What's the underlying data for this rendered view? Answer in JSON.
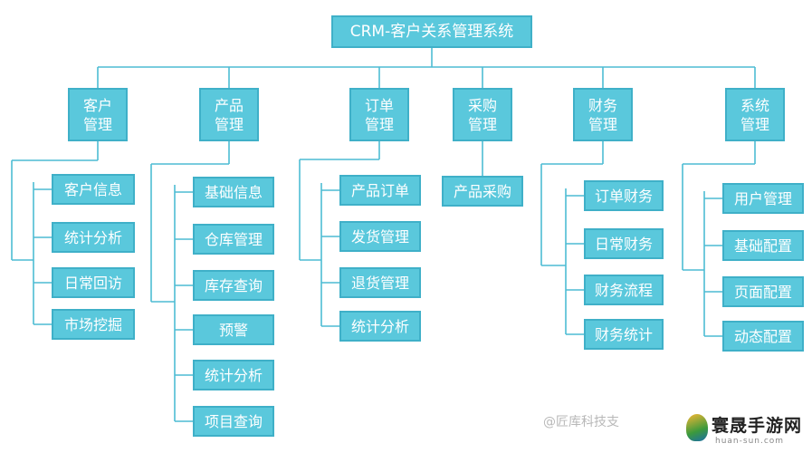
{
  "root": "CRM-客户关系管理系统",
  "modules": [
    {
      "title": "客户\n管理",
      "items": [
        "客户信息",
        "统计分析",
        "日常回访",
        "市场挖掘"
      ]
    },
    {
      "title": "产品\n管理",
      "items": [
        "基础信息",
        "仓库管理",
        "库存查询",
        "预警",
        "统计分析",
        "项目查询"
      ]
    },
    {
      "title": "订单\n管理",
      "items": [
        "产品订单",
        "发货管理",
        "退货管理",
        "统计分析"
      ]
    },
    {
      "title": "采购\n管理",
      "items": [
        "产品采购"
      ]
    },
    {
      "title": "财务\n管理",
      "items": [
        "订单财务",
        "日常财务",
        "财务流程",
        "财务统计"
      ]
    },
    {
      "title": "系统\n管理",
      "items": [
        "用户管理",
        "基础配置",
        "页面配置",
        "动态配置"
      ]
    }
  ],
  "watermark": "@匠库科技支",
  "brand": {
    "title": "寰晟手游网",
    "subtitle": "huan-sun.com"
  },
  "colors": {
    "box": "#5ac8dc",
    "box_border": "#3fb0c8",
    "line": "#4dbcd4",
    "text": "#ffffff"
  }
}
